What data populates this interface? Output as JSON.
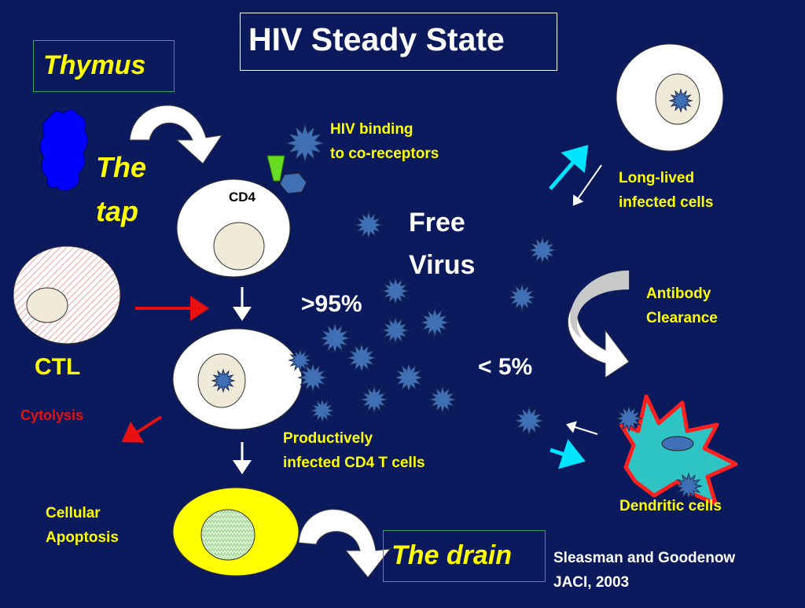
{
  "title": "HIV Steady State",
  "thymus_label": "Thymus",
  "tap_label": [
    "The",
    "tap"
  ],
  "cd4_label": "CD4",
  "binding_label": [
    "HIV binding",
    "to co-receptors"
  ],
  "free_virus_label": [
    "Free",
    "Virus"
  ],
  "pct_high": ">95%",
  "pct_low": "< 5%",
  "ctl_label": "CTL",
  "cytolysis_label": "Cytolysis",
  "productive_label": [
    "Productively",
    "infected CD4 T cells"
  ],
  "apoptosis_label": [
    "Cellular",
    "Apoptosis"
  ],
  "drain_label": "The drain",
  "citation": [
    "Sleasman and Goodenow",
    "JACI, 2003"
  ],
  "long_lived_label": [
    "Long-lived",
    "infected cells"
  ],
  "antibody_label": [
    "Antibody",
    "Clearance"
  ],
  "dendritic_label": "Dendritic cells",
  "colors": {
    "background": "#0a1a5c",
    "label_yellow": "#ffff00",
    "cytolysis_red": "#e81010",
    "virus_blue": "#3f6fb5",
    "thymus_blue": "#0000ff",
    "cyan_arrow": "#00e5ff",
    "dendritic_cyan": "#2fc4c4",
    "dendritic_outline": "#ff2020",
    "apoptotic_yellow": "#ffff00"
  }
}
